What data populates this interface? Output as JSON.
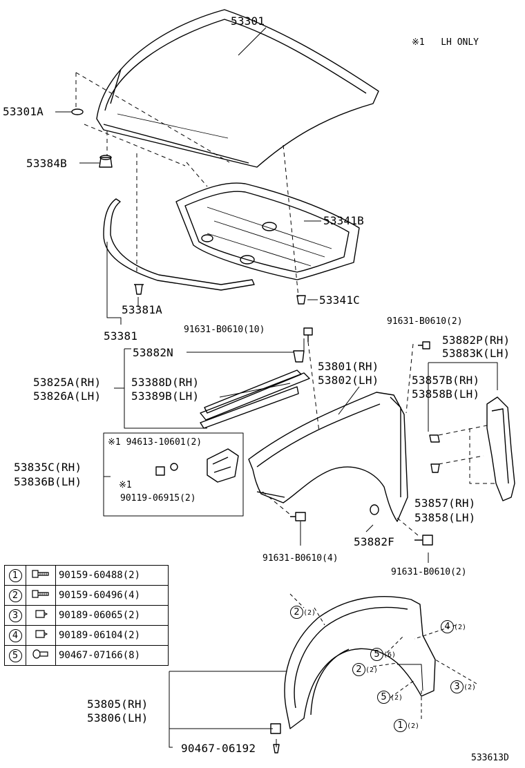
{
  "note": {
    "mark": "※1",
    "text": "LH ONLY"
  },
  "labels": {
    "hood": "53301",
    "hood_cushion": "53301A",
    "hood_bumper": "53384B",
    "hood_insulator": "53341B",
    "insulator_clip": "53341C",
    "seal_clip": "53381A",
    "hood_seal": "53381",
    "bolt_top": "91631-B0610(10)",
    "bolt_top_right": "91631-B0610(2)",
    "seal_clip_2": "53882N",
    "fender_rh": "53801(RH)",
    "fender_lh": "53802(LH)",
    "liner_seal_rh": "53825A(RH)",
    "liner_seal_lh": "53826A(LH)",
    "fender_seal_rh": "53388D(RH)",
    "fender_seal_lh": "53389B(LH)",
    "mud_seal_rh": "53882P(RH)",
    "mud_seal_lh": "53883K(LH)",
    "bracket_rh": "53857B(RH)",
    "bracket_lh": "53858B(LH)",
    "stay_rh": "53835C(RH)",
    "stay_lh": "53836B(LH)",
    "box_mark1": "※1",
    "box_nut": "94613-10601(2)",
    "box_mark2": "※1",
    "box_bolt": "90119-06915(2)",
    "splash_rh": "53857(RH)",
    "splash_lh": "53858(LH)",
    "cushion_f": "53882F",
    "bolt_bottom": "91631-B0610(4)",
    "bolt_bottom_right": "91631-B0610(2)",
    "liner_rh": "53805(RH)",
    "liner_lh": "53806(LH)",
    "clip_bottom": "90467-06192",
    "fig_code": "533613D"
  },
  "fasteners": [
    {
      "num": "1",
      "icon": "screw-icon",
      "part": "90159-60488(2)"
    },
    {
      "num": "2",
      "icon": "screw-icon",
      "part": "90159-60496(4)"
    },
    {
      "num": "3",
      "icon": "clip-icon",
      "part": "90189-06065(2)"
    },
    {
      "num": "4",
      "icon": "clip-icon",
      "part": "90189-06104(2)"
    },
    {
      "num": "5",
      "icon": "push-rivet-icon",
      "part": "90467-07166(8)"
    }
  ],
  "callouts": [
    {
      "num": "2",
      "qty": "(2)"
    },
    {
      "num": "4",
      "qty": "(2)"
    },
    {
      "num": "5",
      "qty": "(6)"
    },
    {
      "num": "2",
      "qty": "(2)"
    },
    {
      "num": "3",
      "qty": "(2)"
    },
    {
      "num": "5",
      "qty": "(2)"
    },
    {
      "num": "1",
      "qty": "(2)"
    }
  ]
}
